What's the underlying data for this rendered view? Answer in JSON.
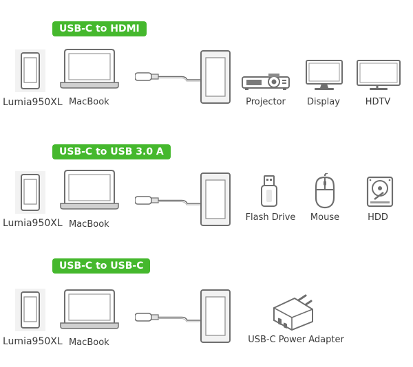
{
  "colors": {
    "badge": "#45b82d",
    "stroke": "#6e6e6e",
    "fill_light": "#f2f2f2"
  },
  "sections": [
    {
      "title": "USB-C to HDMI",
      "source": [
        "Lumia950XL",
        "MacBook"
      ],
      "targets": [
        {
          "label": "Projector",
          "icon": "projector-icon"
        },
        {
          "label": "Display",
          "icon": "monitor-icon"
        },
        {
          "label": "HDTV",
          "icon": "tv-icon"
        }
      ]
    },
    {
      "title": "USB-C to USB 3.0 A",
      "source": [
        "Lumia950XL",
        "MacBook"
      ],
      "targets": [
        {
          "label": "Flash Drive",
          "icon": "flash-drive-icon"
        },
        {
          "label": "Mouse",
          "icon": "mouse-icon"
        },
        {
          "label": "HDD",
          "icon": "hdd-icon"
        }
      ]
    },
    {
      "title": "USB-C to USB-C",
      "source": [
        "Lumia950XL",
        "MacBook"
      ],
      "targets": [
        {
          "label": "USB-C Power Adapter",
          "icon": "power-adapter-icon"
        }
      ]
    }
  ]
}
